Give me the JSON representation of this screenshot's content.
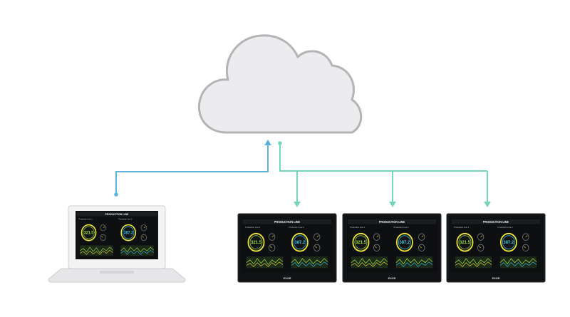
{
  "colors": {
    "cloud_fill": "#ececee",
    "cloud_stroke": "#b4b4b6",
    "upload_line": "#5eb3dd",
    "download_line": "#72d7b4",
    "screen_bg": "#0d0f10",
    "panel_bg": "#1b1e20",
    "accent_yellow": "#f0e733",
    "accent_green": "#9be13a",
    "accent_cyan": "#31c6e8",
    "laptop_body": "#e6e6e8",
    "laptop_bezel": "#f3f3f4",
    "panel_frame": "#101214"
  },
  "screen": {
    "title": "PRODUCTION LINE",
    "line1": "Production Line 1",
    "line2": "Production Line 2",
    "value1": "321.5",
    "value2": "387.2"
  },
  "panel_brand": "EXOR",
  "devices": {
    "laptop": {
      "label": ""
    },
    "panels": [
      {
        "label": ""
      },
      {
        "label": ""
      },
      {
        "label": ""
      }
    ]
  }
}
